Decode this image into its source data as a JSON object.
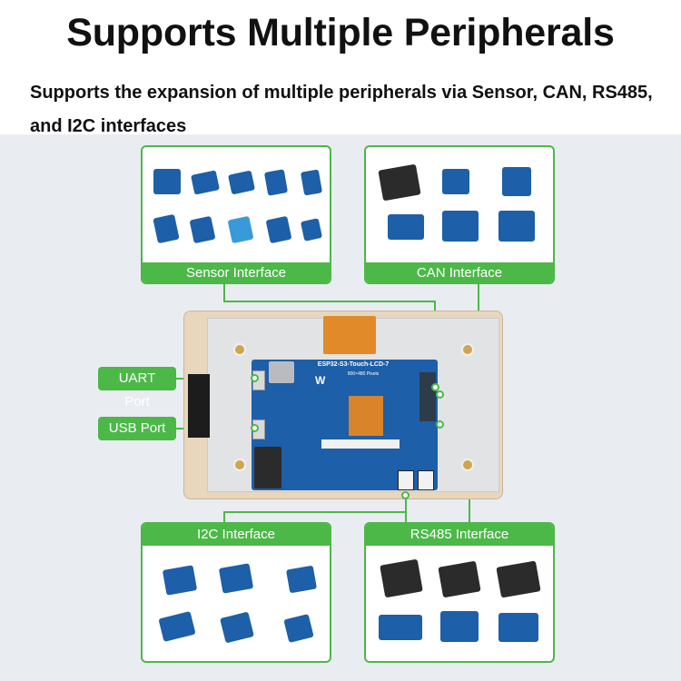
{
  "header": {
    "title": "Supports Multiple Peripherals",
    "subtitle": "Supports the expansion of multiple peripherals via Sensor, CAN, RS485, and I2C interfaces"
  },
  "panels": {
    "sensor": "Sensor Interface",
    "can": "CAN Interface",
    "i2c": "I2C Interface",
    "rs485": "RS485 Interface"
  },
  "ports": {
    "uart": "UART Port",
    "usb": "USB Port"
  },
  "board": {
    "name": "ESP32-S3-Touch-LCD-7",
    "resolution": "800×480 Pixels"
  },
  "colors": {
    "accent": "#4cb848",
    "pcb": "#1d5fa8",
    "frame": "#e8d6bd"
  }
}
